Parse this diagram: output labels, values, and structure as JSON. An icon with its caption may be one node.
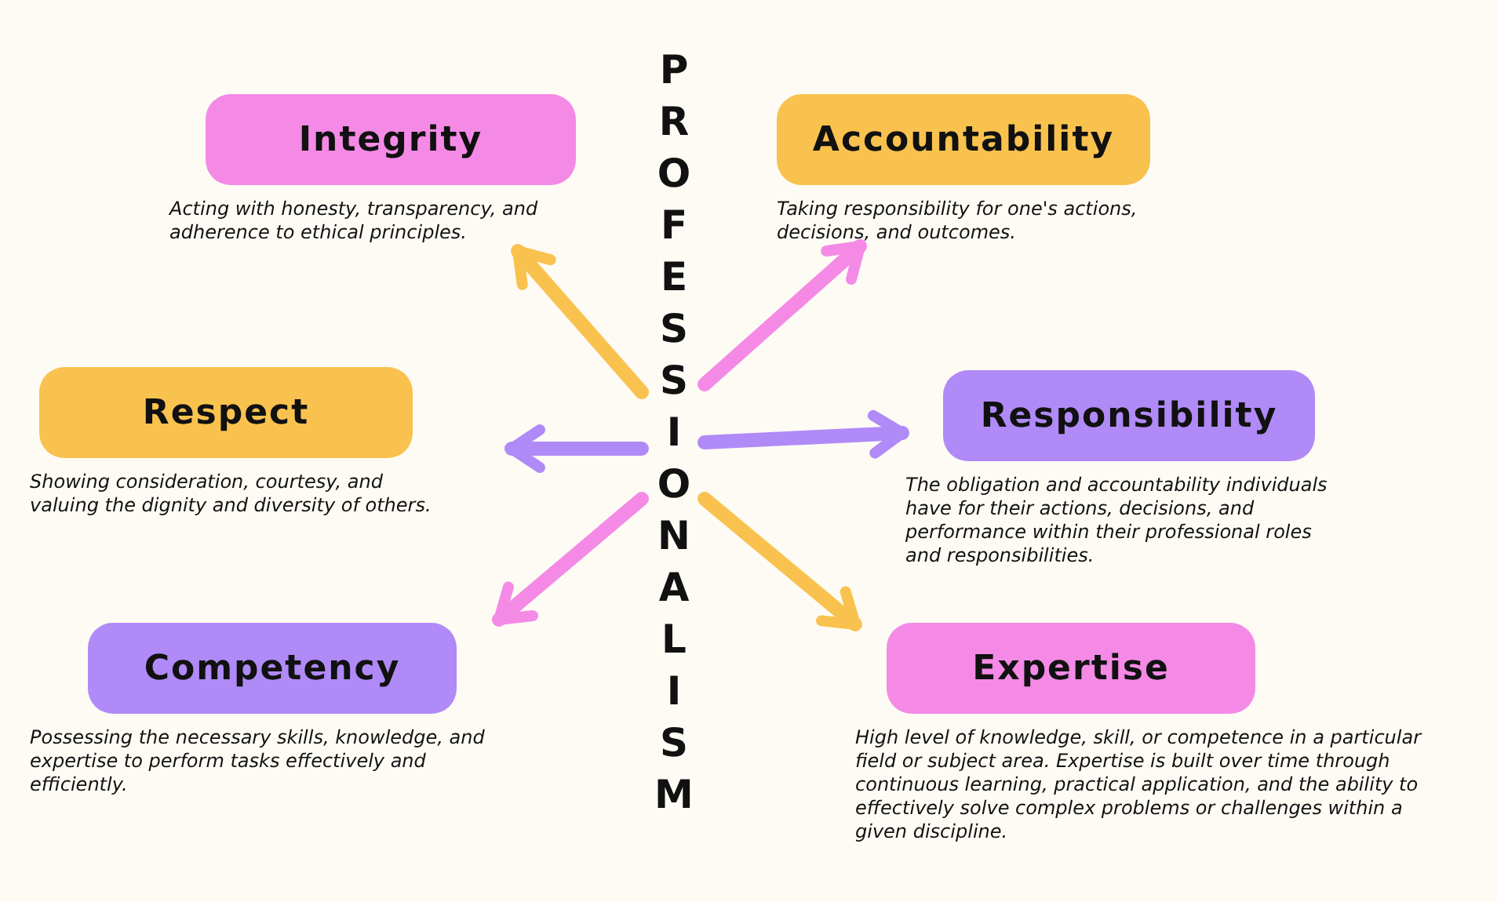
{
  "diagram": {
    "nodes": [
      {
        "text": [
          "PROFESSIONALISM"
        ]
      },
      {
        "text": [
          "Integrity"
        ],
        "beside": [
          "Acting with honesty, transparency, and adherence to ethical principles."
        ]
      },
      {
        "text": [
          "Accountability"
        ],
        "beside": [
          "Taking responsibility for one's actions, decisions, and outcomes."
        ]
      },
      {
        "text": [
          "Respect"
        ],
        "beside": [
          "Showing consideration, courtesy, and valuing the dignity and diversity of others."
        ]
      },
      {
        "text": [
          "Responsibility"
        ],
        "beside": [
          "The obligation and accountability individuals have for their actions, decisions, and performance within their professional roles and responsibilities."
        ]
      },
      {
        "text": [
          "Competency"
        ],
        "beside": [
          "Possessing the necessary skills, knowledge, and expertise to perform tasks effectively and efficiently."
        ]
      },
      {
        "text": [
          "Expertise"
        ],
        "beside": [
          "High level of knowledge, skill, or competence in a particular field or subject area. Expertise is built over time through continuous learning, practical application, and the ability to effectively solve complex problems or challenges within a given discipline."
        ]
      }
    ],
    "edges": [
      {
        "from": 0,
        "to": 1,
        "arrow": "to",
        "color": "#f9c24f"
      },
      {
        "from": 0,
        "to": 2,
        "arrow": "to",
        "color": "#f48ae6"
      },
      {
        "from": 0,
        "to": 3,
        "arrow": "to",
        "color": "#b08af7"
      },
      {
        "from": 0,
        "to": 4,
        "arrow": "to",
        "color": "#b08af7"
      },
      {
        "from": 0,
        "to": 5,
        "arrow": "to",
        "color": "#f48ae6"
      },
      {
        "from": 0,
        "to": 6,
        "arrow": "to",
        "color": "#f9c24f"
      }
    ]
  }
}
